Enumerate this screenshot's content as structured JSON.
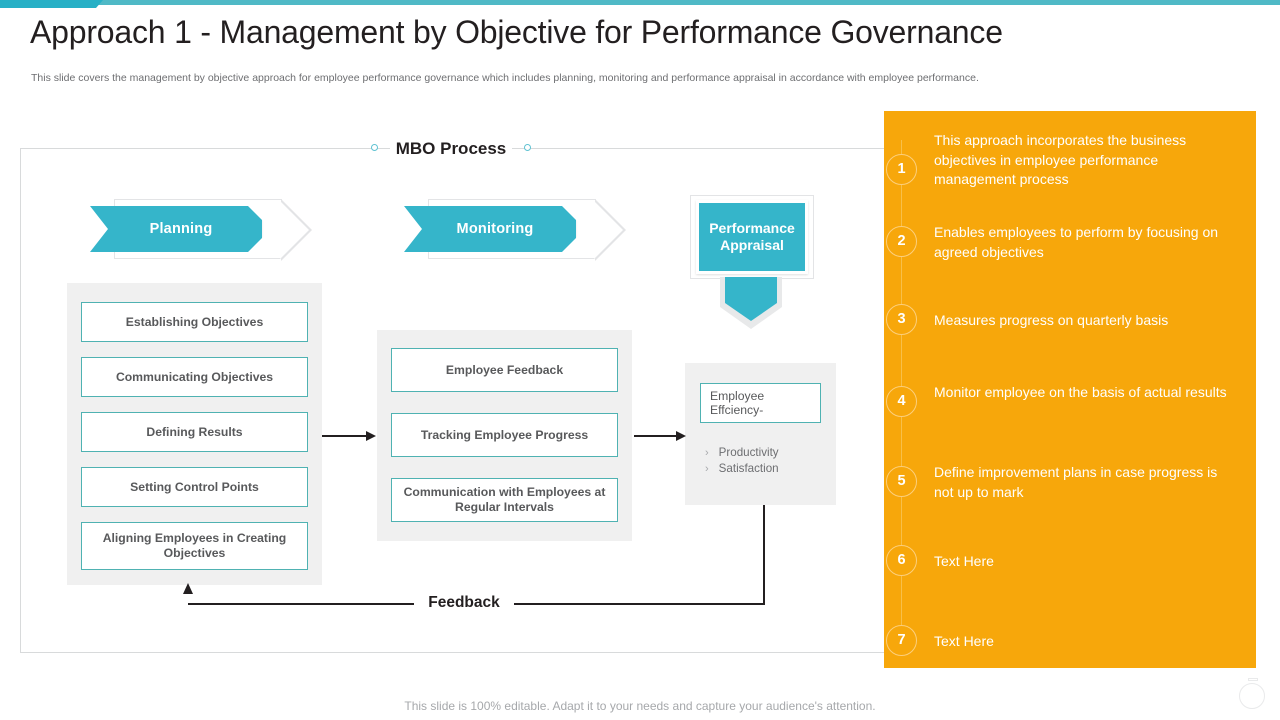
{
  "header": {
    "title": "Approach 1 - Management by Objective for Performance Governance",
    "subtitle": "This slide covers the management by objective approach for employee performance governance which includes planning, monitoring and performance appraisal in accordance with employee performance."
  },
  "diagram": {
    "section_label": "MBO Process",
    "stages": [
      {
        "label": "Planning"
      },
      {
        "label": "Monitoring"
      },
      {
        "label": "Performance Appraisal"
      }
    ],
    "planning_items": [
      "Establishing  Objectives",
      "Communicating Objectives",
      "Defining Results",
      "Setting Control Points",
      "Aligning Employees in Creating Objectives"
    ],
    "monitoring_items": [
      "Employee Feedback",
      "Tracking Employee Progress",
      "Communication with Employees at Regular Intervals"
    ],
    "appraisal": {
      "box_label": "Employee Effciency-",
      "bullets": [
        "Productivity",
        "Satisfaction"
      ],
      "bullet_icon": "chevron-right-icon"
    },
    "feedback_label": "Feedback"
  },
  "highlights": [
    {
      "number": "1",
      "text": "This approach incorporates the business objectives in employee performance management process"
    },
    {
      "number": "2",
      "text": "Enables employees to perform by focusing on agreed objectives"
    },
    {
      "number": "3",
      "text": "Measures progress on quarterly basis"
    },
    {
      "number": "4",
      "text": "Monitor employee on the basis of actual results"
    },
    {
      "number": "5",
      "text": "Define improvement plans in case progress is not up to mark"
    },
    {
      "number": "6",
      "text": "Text Here"
    },
    {
      "number": "7",
      "text": "Text Here"
    }
  ],
  "footer": {
    "note": "This slide is 100% editable. Adapt it to your needs and capture your audience's attention.",
    "watermark_icon": "stopwatch-icon"
  },
  "colors": {
    "teal": "#35b5ca",
    "teal_bar": "#4fb9c6",
    "orange": "#f7a70b",
    "box_border": "#4fb2b2",
    "group_bg": "#f0f0f0",
    "text_dark": "#231f20",
    "text_muted": "#58595b"
  }
}
